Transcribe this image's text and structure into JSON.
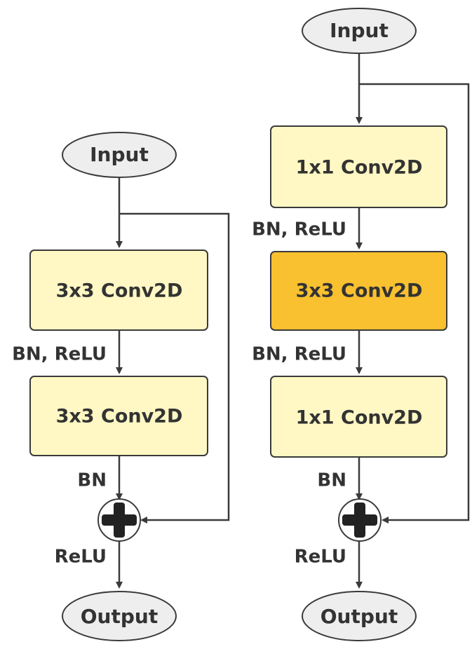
{
  "colors": {
    "box_light": "#fff8c4",
    "box_highlight": "#f9c030",
    "ellipse_fill": "#eeeeee",
    "stroke": "#3a3a3a",
    "text": "#333333"
  },
  "left_block": {
    "input": "Input",
    "conv1": "3x3 Conv2D",
    "label_between": "BN, ReLU",
    "conv2": "3x3 Conv2D",
    "label_bn": "BN",
    "add_icon": "plus-circle-icon",
    "label_relu": "ReLU",
    "output": "Output"
  },
  "right_block": {
    "input": "Input",
    "conv1": "1x1 Conv2D",
    "label_between_1": "BN, ReLU",
    "conv2": "3x3 Conv2D",
    "label_between_2": "BN, ReLU",
    "conv3": "1x1 Conv2D",
    "label_bn": "BN",
    "add_icon": "plus-circle-icon",
    "label_relu": "ReLU",
    "output": "Output"
  }
}
